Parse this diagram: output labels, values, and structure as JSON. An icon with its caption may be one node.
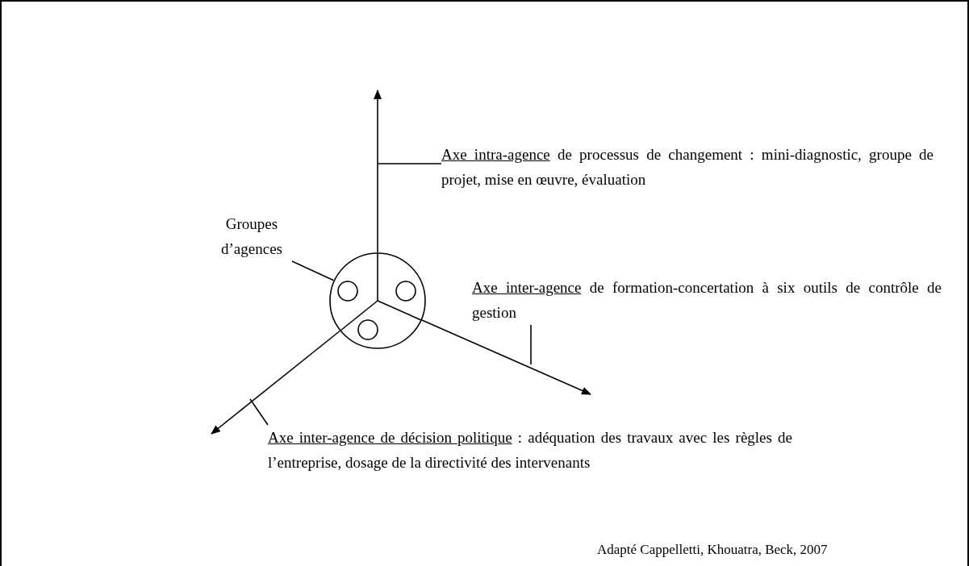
{
  "diagram": {
    "nodes": [
      {
        "text": [],
        "shape": "circle"
      },
      {
        "text": [],
        "shape": "circle",
        "in": 0
      },
      {
        "text": [],
        "shape": "circle",
        "in": 0
      },
      {
        "text": [],
        "shape": "circle",
        "in": 0
      },
      {
        "text": [
          "Groupes d’agences"
        ]
      },
      {
        "text": [
          "Axe intra-agence",
          "de processus de changement : mini-diagnostic, groupe de projet, mise en œuvre, évaluation"
        ]
      },
      {
        "text": [
          "Axe inter-agence",
          "de formation-concertation à six outils de contrôle de gestion"
        ]
      },
      {
        "text": [
          "Axe inter-agence de décision politique",
          ": adéquation des travaux avec les règles de l’entreprise, dosage de la directivité des intervenants"
        ]
      }
    ],
    "edges": [
      {
        "from": 0,
        "to": null,
        "arrow": "to"
      },
      {
        "from": 0,
        "to": null,
        "arrow": "to"
      },
      {
        "from": 0,
        "to": null,
        "arrow": "to"
      },
      {
        "from": 4,
        "to": 0,
        "arrow": "none"
      },
      {
        "from": 5,
        "to": null,
        "arrow": "none"
      },
      {
        "from": 6,
        "to": null,
        "arrow": "none"
      },
      {
        "from": 7,
        "to": null,
        "arrow": "none"
      }
    ],
    "labels": [
      "Adapté Cappelletti, Khouatra, Beck, 2007"
    ]
  }
}
